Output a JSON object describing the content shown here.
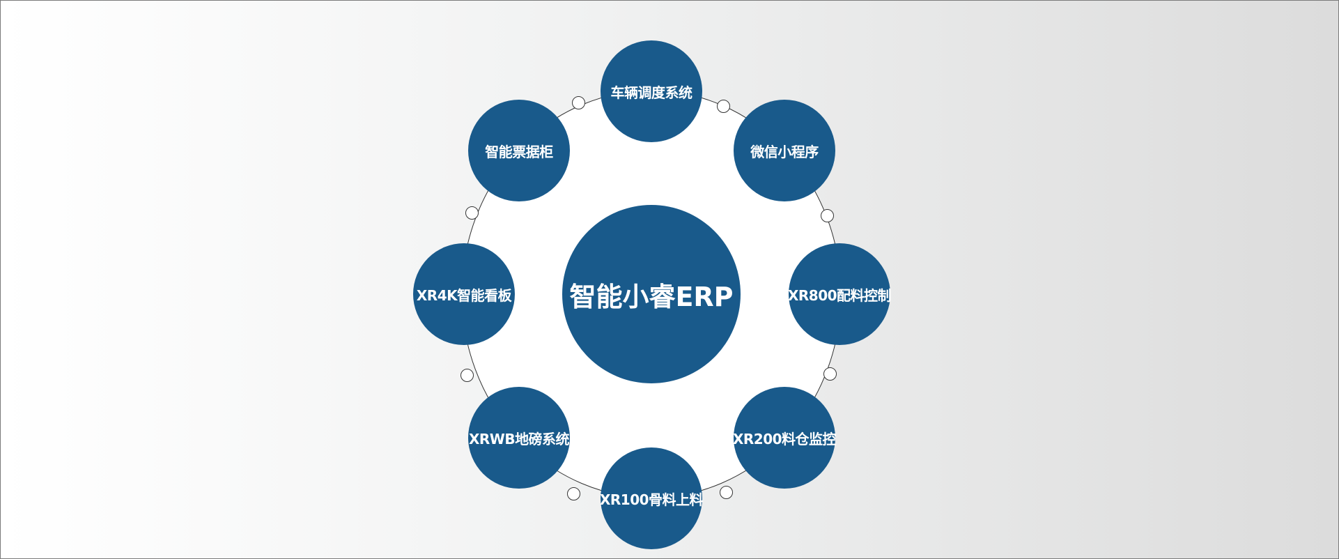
{
  "center": {
    "label": "智能小睿ERP"
  },
  "modules": [
    {
      "label": "车辆调度系统"
    },
    {
      "label": "微信小程序"
    },
    {
      "label": "XR800配料控制"
    },
    {
      "label": "XR200料仓监控"
    },
    {
      "label": "XR100骨料上料"
    },
    {
      "label": "XRWB地磅系统"
    },
    {
      "label": "XR4K智能看板"
    },
    {
      "label": "智能票据柜"
    }
  ],
  "colors": {
    "node": "#195a8b",
    "ring": "#333333"
  }
}
